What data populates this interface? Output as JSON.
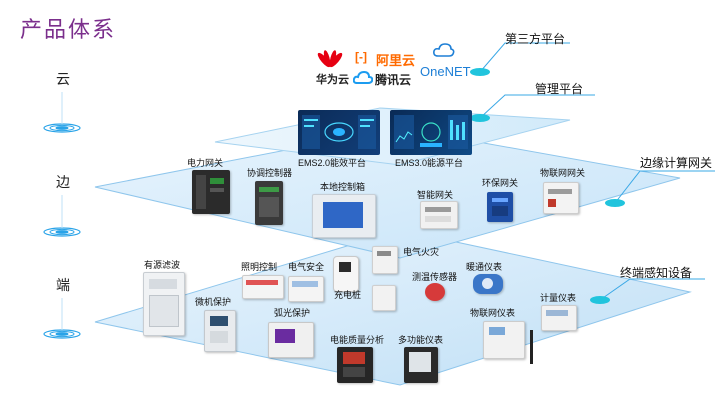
{
  "title": "产品体系",
  "tiers": {
    "cloud": "云",
    "edge": "边",
    "end": "端"
  },
  "callouts": {
    "third_party": "第三方平台",
    "management": "管理平台",
    "edge_gateway": "边缘计算网关",
    "terminal": "终端感知设备"
  },
  "brands": {
    "huawei": "华为云",
    "aliyun": "阿里云",
    "aliyun_mark": "[-]",
    "tencent": "腾讯云",
    "onenet": "OneNET"
  },
  "platforms": {
    "ems2": "EMS2.0能效平台",
    "ems3": "EMS3.0能源平台"
  },
  "edge_devices": {
    "power_gateway": "电力网关",
    "coord_controller": "协调控制器",
    "local_panel": "本地控制箱",
    "smart_gateway": "智能网关",
    "env_gateway": "环保网关",
    "iot_gateway": "物联网网关"
  },
  "end_devices": {
    "filter": "有源滤波",
    "lighting": "照明控制",
    "elec_safety": "电气安全",
    "fire": "电气火灾",
    "hvac_meter": "暖通仪表",
    "charger": "充电桩",
    "temp_sensor": "测温传感器",
    "micro_protect": "微机保护",
    "arc_protect": "弧光保护",
    "iot_meter": "物联网仪表",
    "metering": "计量仪表",
    "pq_analysis": "电能质量分析",
    "multi_meter": "多功能仪表"
  },
  "colors": {
    "title": "#7b2f8c",
    "layer_blue": "#2aa0e6",
    "huawei_red": "#e60012",
    "aliyun_orange": "#ff6a00",
    "onenet_blue": "#1e7fd6",
    "callout_cyan": "#1ec6e0"
  }
}
